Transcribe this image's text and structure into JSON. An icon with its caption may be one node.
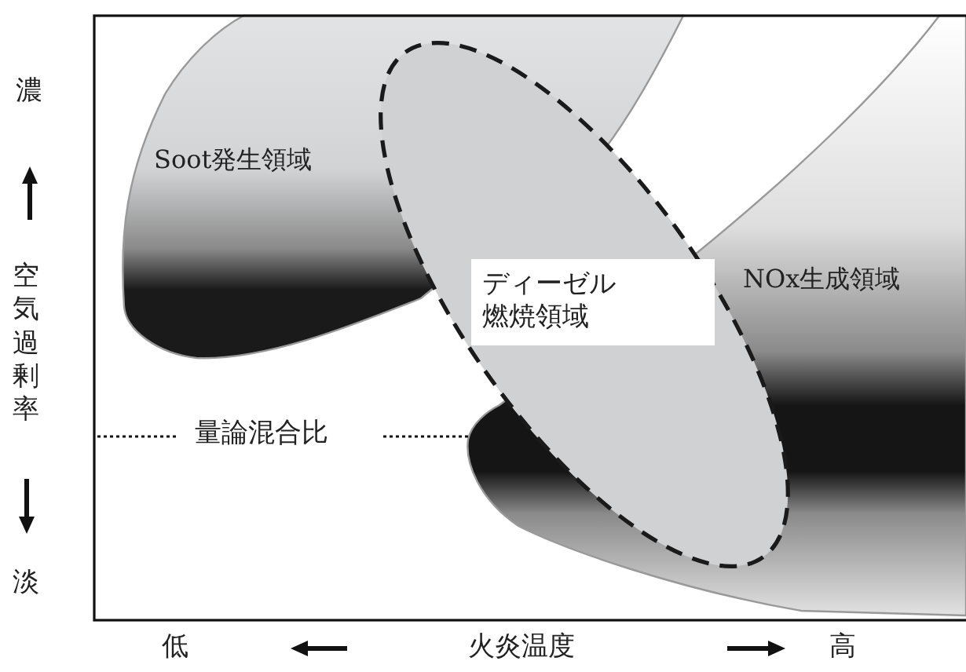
{
  "diagram": {
    "nodes": [
      {
        "text": [
          "Soot発生領域"
        ]
      },
      {
        "text": [
          "NOx生成領域"
        ]
      },
      {
        "text": [
          "ディーゼル燃焼領域"
        ]
      }
    ],
    "labels": [
      "濃",
      "空気過剰率",
      "量論混合比",
      "淡",
      "低",
      "火炎温度",
      "高"
    ]
  }
}
